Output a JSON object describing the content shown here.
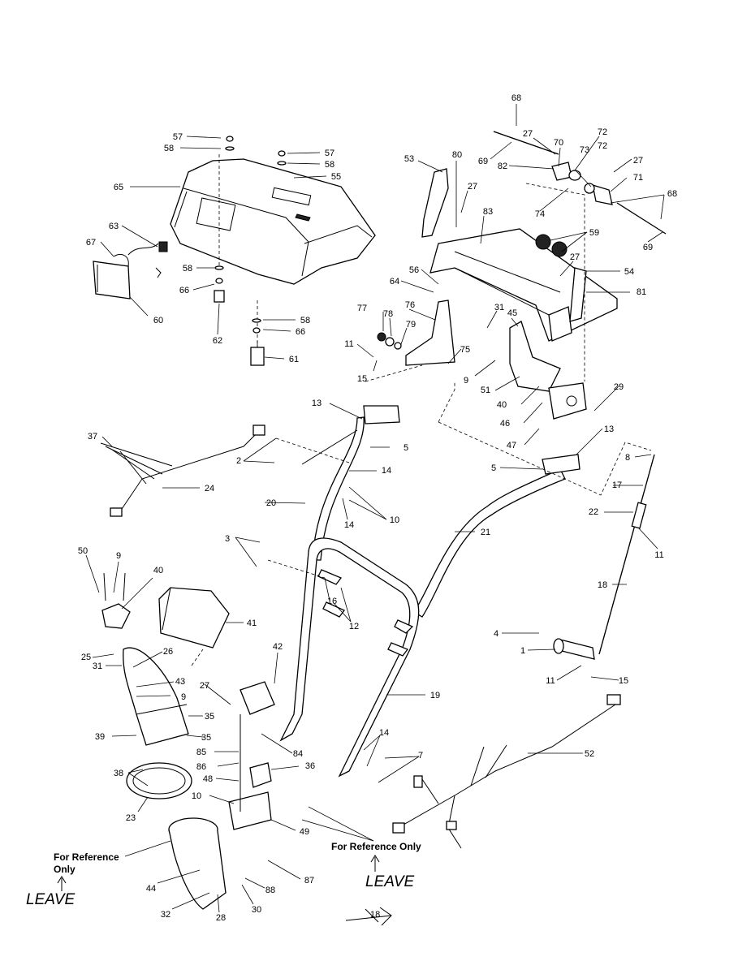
{
  "callouts": [
    {
      "id": "c68a",
      "text": "68"
    },
    {
      "id": "c27a",
      "text": "27"
    },
    {
      "id": "c72a",
      "text": "72"
    },
    {
      "id": "c70",
      "text": "70"
    },
    {
      "id": "c69a",
      "text": "69"
    },
    {
      "id": "c73",
      "text": "73"
    },
    {
      "id": "c72b",
      "text": "72"
    },
    {
      "id": "c82",
      "text": "82"
    },
    {
      "id": "c27b",
      "text": "27"
    },
    {
      "id": "c71",
      "text": "71"
    },
    {
      "id": "c53",
      "text": "53"
    },
    {
      "id": "c80",
      "text": "80"
    },
    {
      "id": "c27c",
      "text": "27"
    },
    {
      "id": "c74",
      "text": "74"
    },
    {
      "id": "c68b",
      "text": "68"
    },
    {
      "id": "c83",
      "text": "83"
    },
    {
      "id": "c59",
      "text": "59"
    },
    {
      "id": "c69b",
      "text": "69"
    },
    {
      "id": "c27d",
      "text": "27"
    },
    {
      "id": "c54",
      "text": "54"
    },
    {
      "id": "c56",
      "text": "56"
    },
    {
      "id": "c81",
      "text": "81"
    },
    {
      "id": "c64",
      "text": "64"
    },
    {
      "id": "c77",
      "text": "77"
    },
    {
      "id": "c78",
      "text": "78"
    },
    {
      "id": "c76",
      "text": "76"
    },
    {
      "id": "c31a",
      "text": "31"
    },
    {
      "id": "c45",
      "text": "45"
    },
    {
      "id": "c79",
      "text": "79"
    },
    {
      "id": "c11a",
      "text": "11"
    },
    {
      "id": "c75",
      "text": "75"
    },
    {
      "id": "c9a",
      "text": "9"
    },
    {
      "id": "c15a",
      "text": "15"
    },
    {
      "id": "c51",
      "text": "51"
    },
    {
      "id": "c40a",
      "text": "40"
    },
    {
      "id": "c29",
      "text": "29"
    },
    {
      "id": "c46",
      "text": "46"
    },
    {
      "id": "c13a",
      "text": "13"
    },
    {
      "id": "c47",
      "text": "47"
    },
    {
      "id": "c5a",
      "text": "5"
    },
    {
      "id": "c13b",
      "text": "13"
    },
    {
      "id": "c37",
      "text": "37"
    },
    {
      "id": "c2",
      "text": "2"
    },
    {
      "id": "c14a",
      "text": "14"
    },
    {
      "id": "c5b",
      "text": "5"
    },
    {
      "id": "c8",
      "text": "8"
    },
    {
      "id": "c17",
      "text": "17"
    },
    {
      "id": "c24",
      "text": "24"
    },
    {
      "id": "c20",
      "text": "20"
    },
    {
      "id": "c10a",
      "text": "10"
    },
    {
      "id": "c14b",
      "text": "14"
    },
    {
      "id": "c22",
      "text": "22"
    },
    {
      "id": "c21",
      "text": "21"
    },
    {
      "id": "c3",
      "text": "3"
    },
    {
      "id": "c11b",
      "text": "11"
    },
    {
      "id": "c50",
      "text": "50"
    },
    {
      "id": "c9b",
      "text": "9"
    },
    {
      "id": "c40b",
      "text": "40"
    },
    {
      "id": "c16",
      "text": "16"
    },
    {
      "id": "c18",
      "text": "18"
    },
    {
      "id": "c12",
      "text": "12"
    },
    {
      "id": "c41",
      "text": "41"
    },
    {
      "id": "c4",
      "text": "4"
    },
    {
      "id": "c1",
      "text": "1"
    },
    {
      "id": "c25",
      "text": "25"
    },
    {
      "id": "c26",
      "text": "26"
    },
    {
      "id": "c31b",
      "text": "31"
    },
    {
      "id": "c43",
      "text": "43"
    },
    {
      "id": "c42",
      "text": "42"
    },
    {
      "id": "c11c",
      "text": "11"
    },
    {
      "id": "c15b",
      "text": "15"
    },
    {
      "id": "c27e",
      "text": "27"
    },
    {
      "id": "c9c",
      "text": "9"
    },
    {
      "id": "c19",
      "text": "19"
    },
    {
      "id": "c35a",
      "text": "35"
    },
    {
      "id": "c39",
      "text": "39"
    },
    {
      "id": "c35b",
      "text": "35"
    },
    {
      "id": "c84",
      "text": "84"
    },
    {
      "id": "c14c",
      "text": "14"
    },
    {
      "id": "c85",
      "text": "85"
    },
    {
      "id": "c7",
      "text": "7"
    },
    {
      "id": "c52",
      "text": "52"
    },
    {
      "id": "c86",
      "text": "86"
    },
    {
      "id": "c36",
      "text": "36"
    },
    {
      "id": "c38",
      "text": "38"
    },
    {
      "id": "c48",
      "text": "48"
    },
    {
      "id": "c23",
      "text": "23"
    },
    {
      "id": "c10b",
      "text": "10"
    },
    {
      "id": "c49",
      "text": "49"
    },
    {
      "id": "c44",
      "text": "44"
    },
    {
      "id": "c87",
      "text": "87"
    },
    {
      "id": "c88",
      "text": "88"
    },
    {
      "id": "c32",
      "text": "32"
    },
    {
      "id": "c28",
      "text": "28"
    },
    {
      "id": "c30",
      "text": "30"
    },
    {
      "id": "c57a",
      "text": "57"
    },
    {
      "id": "c58a",
      "text": "58"
    },
    {
      "id": "c57b",
      "text": "57"
    },
    {
      "id": "c58b",
      "text": "58"
    },
    {
      "id": "c55",
      "text": "55"
    },
    {
      "id": "c65",
      "text": "65"
    },
    {
      "id": "c63",
      "text": "63"
    },
    {
      "id": "c67",
      "text": "67"
    },
    {
      "id": "c58c",
      "text": "58"
    },
    {
      "id": "c66a",
      "text": "66"
    },
    {
      "id": "c60",
      "text": "60"
    },
    {
      "id": "c62",
      "text": "62"
    },
    {
      "id": "c58d",
      "text": "58"
    },
    {
      "id": "c66b",
      "text": "66"
    },
    {
      "id": "c61",
      "text": "61"
    }
  ],
  "reference_labels": {
    "left_line1": "For Reference",
    "left_line2": "Only",
    "right": "For Reference Only"
  },
  "handwriting": {
    "left": "LEAVE",
    "right": "LEAVE",
    "page_mark": "18"
  }
}
